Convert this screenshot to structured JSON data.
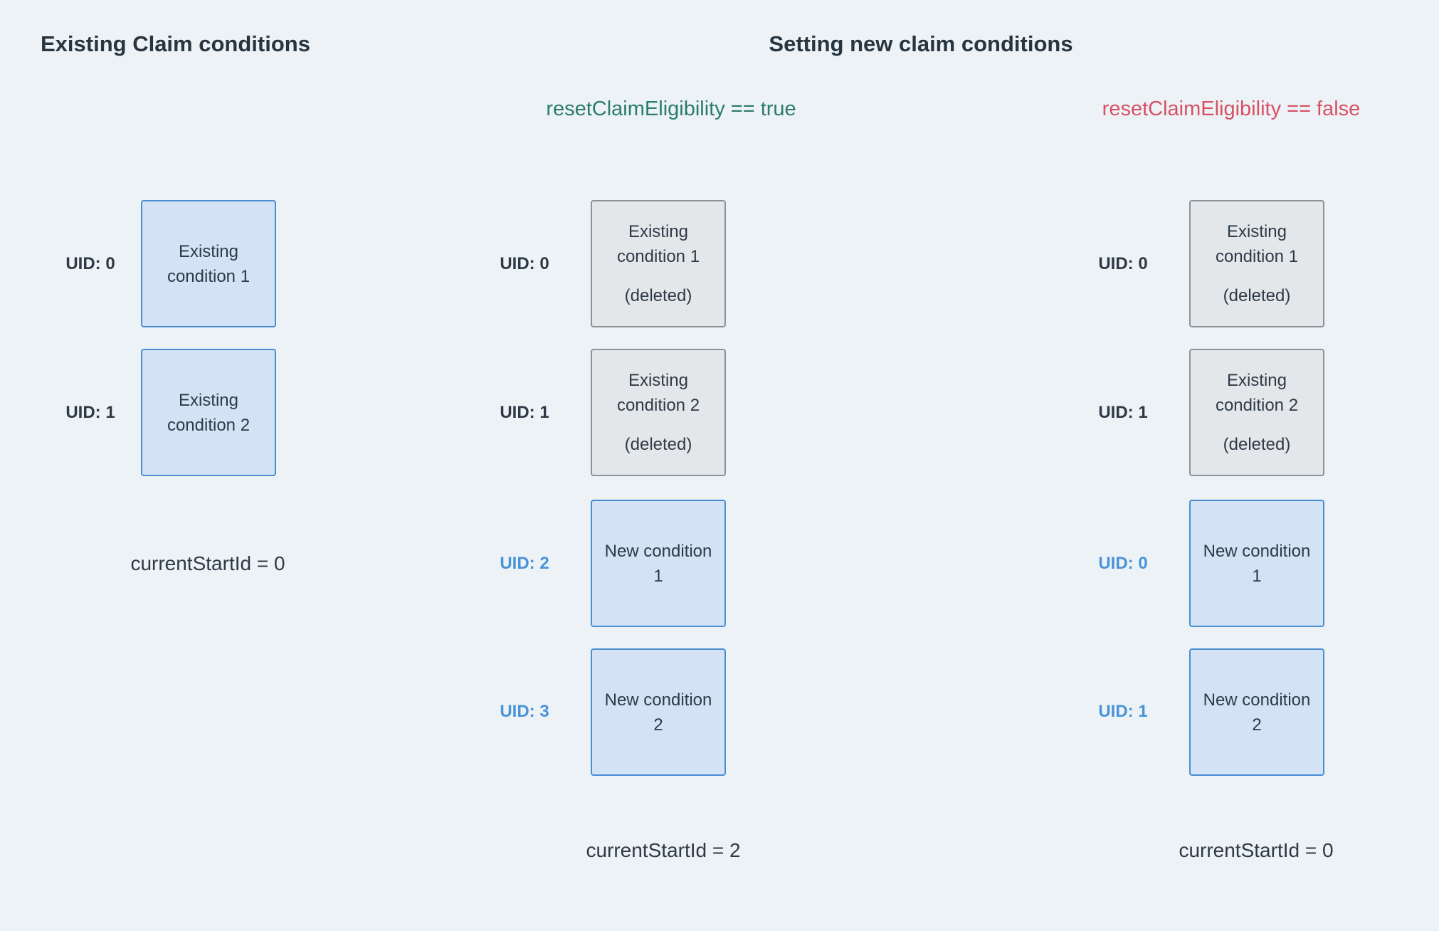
{
  "colors": {
    "background": "#edf2f6",
    "text_dark": "#2d3a46",
    "green_subtitle": "#2a7c6b",
    "red_subtitle": "#d75163",
    "blue_uid_label": "#4993d8",
    "blue_box_fill": "#d3e3f5",
    "blue_box_border": "#4a8ed2",
    "gray_box_fill": "#e4e7e9",
    "gray_box_border": "#8a9298"
  },
  "left": {
    "title": "Existing Claim conditions",
    "rows": [
      {
        "uid": "UID: 0",
        "text": "Existing\ncondition 1"
      },
      {
        "uid": "UID: 1",
        "text": "Existing\ncondition 2"
      }
    ],
    "footer": "currentStartId = 0"
  },
  "setting": {
    "title": "Setting new claim conditions",
    "true_case": {
      "subtitle": "resetClaimEligibility == true",
      "rows": [
        {
          "uid": "UID: 0",
          "text": "Existing\ncondition 1",
          "note": "(deleted)"
        },
        {
          "uid": "UID: 1",
          "text": "Existing\ncondition 2",
          "note": "(deleted)"
        },
        {
          "uid": "UID: 2",
          "text": "New condition\n1"
        },
        {
          "uid": "UID: 3",
          "text": "New condition\n2"
        }
      ],
      "footer": "currentStartId = 2"
    },
    "false_case": {
      "subtitle": "resetClaimEligibility == false",
      "rows": [
        {
          "uid": "UID: 0",
          "text": "Existing\ncondition 1",
          "note": "(deleted)"
        },
        {
          "uid": "UID: 1",
          "text": "Existing\ncondition 2",
          "note": "(deleted)"
        },
        {
          "uid": "UID: 0",
          "text": "New condition\n1"
        },
        {
          "uid": "UID: 1",
          "text": "New condition\n2"
        }
      ],
      "footer": "currentStartId = 0"
    }
  }
}
